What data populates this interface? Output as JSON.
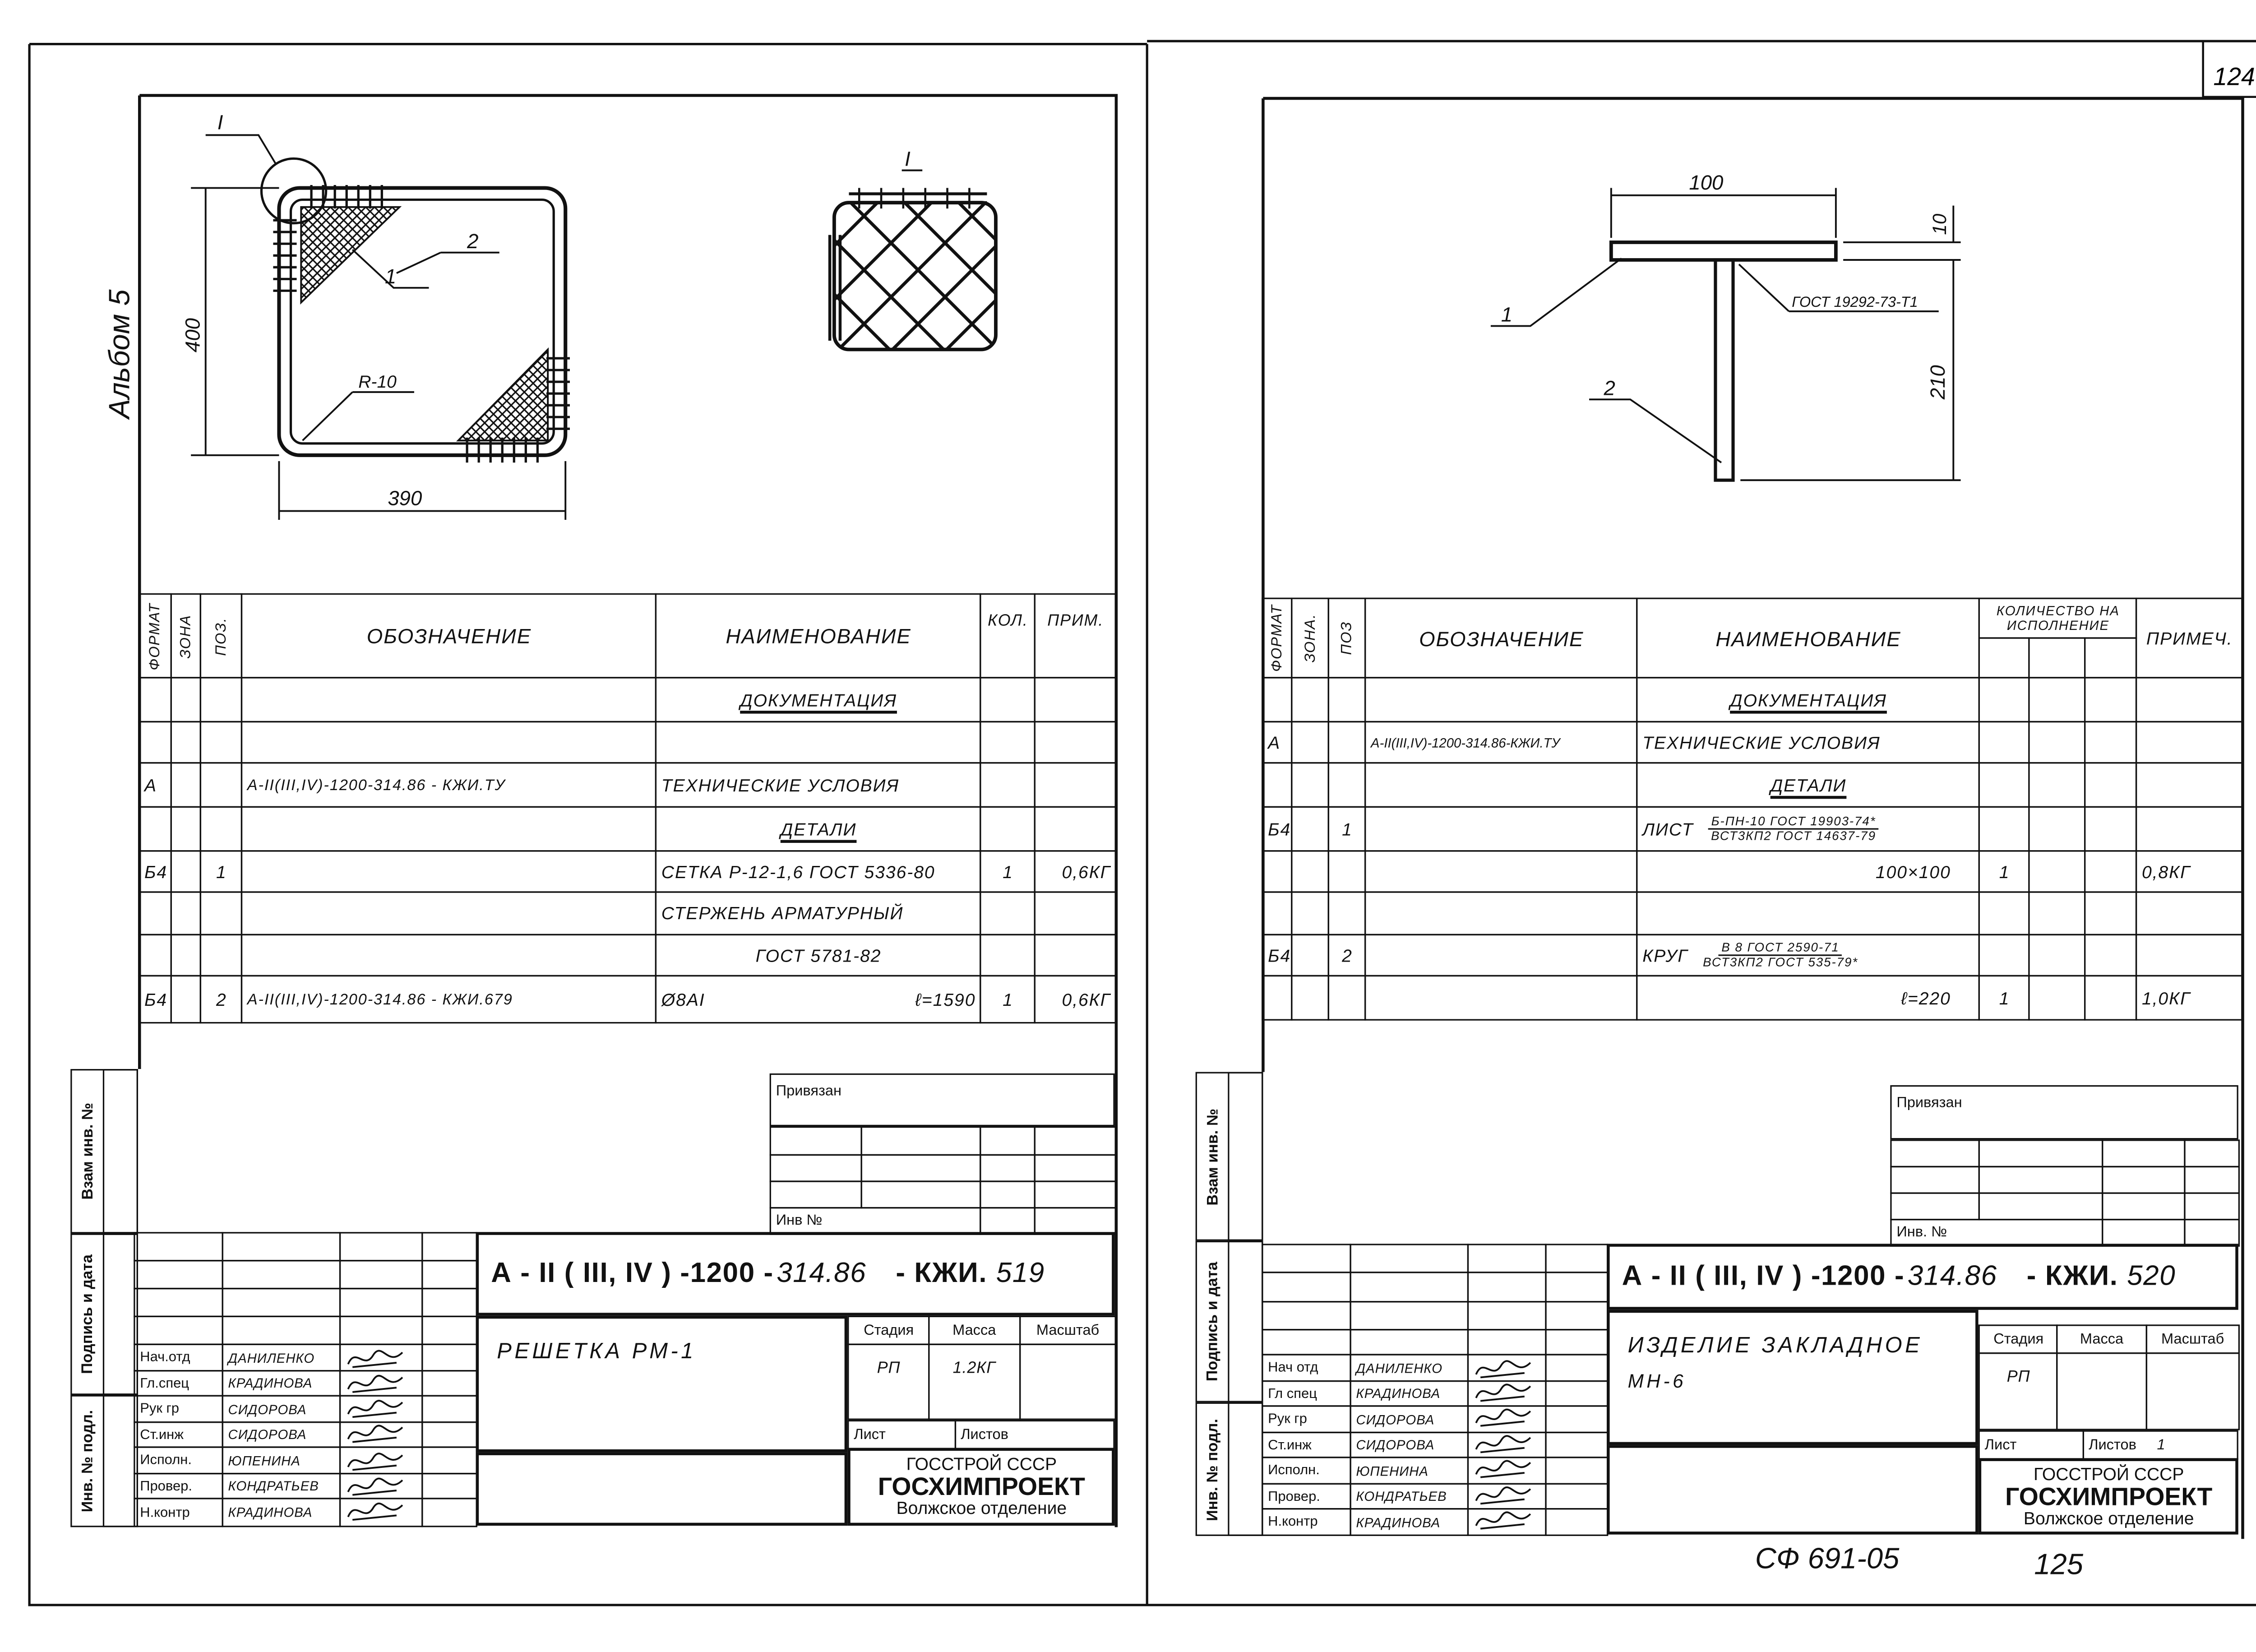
{
  "page_number": "124",
  "album_label": "Альбом 5",
  "footer": {
    "code": "СФ 691-05",
    "page": "125"
  },
  "side_strip": {
    "vzam": "Взам инв. №",
    "podpis": "Подпись и дата",
    "inv": "Инв. № подл."
  },
  "left_sheet": {
    "drawing": {
      "detail_callout": "I",
      "leader_1": "1",
      "leader_2": "2",
      "dim_height": "400",
      "radius": "R-10",
      "dim_width": "390",
      "detail_title": "I"
    },
    "spec": {
      "headers": {
        "format": "Формат",
        "zone": "Зона",
        "pos": "Поз.",
        "designation": "Обозначение",
        "name": "Наименование",
        "qty": "Кол.",
        "note": "Прим."
      },
      "rows": [
        {
          "format": "",
          "zone": "",
          "pos": "",
          "designation": "",
          "name": "Документация",
          "name_right": "",
          "qty": "",
          "note": "",
          "heading": true
        },
        {
          "format": "",
          "zone": "",
          "pos": "",
          "designation": "",
          "name": "",
          "name_right": "",
          "qty": "",
          "note": ""
        },
        {
          "format": "А",
          "zone": "",
          "pos": "",
          "designation": "А-II(III,IV)-1200-314.86 - КЖИ.ТУ",
          "name": "Технические условия",
          "name_right": "",
          "qty": "",
          "note": ""
        },
        {
          "format": "",
          "zone": "",
          "pos": "",
          "designation": "",
          "name": "Детали",
          "name_right": "",
          "qty": "",
          "note": "",
          "heading": true
        },
        {
          "format": "Б4",
          "zone": "",
          "pos": "1",
          "designation": "",
          "name": "Сетка Р-12-1,6 ГОСТ 5336-80",
          "name_right": "",
          "qty": "1",
          "note": "0,6кг"
        },
        {
          "format": "",
          "zone": "",
          "pos": "",
          "designation": "",
          "name": "Стержень арматурный",
          "name_right": "",
          "qty": "",
          "note": ""
        },
        {
          "format": "",
          "zone": "",
          "pos": "",
          "designation": "",
          "name": "ГОСТ 5781-82",
          "name_right": "",
          "qty": "",
          "note": "",
          "centered": true
        },
        {
          "format": "Б4",
          "zone": "",
          "pos": "2",
          "designation": "А-II(III,IV)-1200-314.86 - КЖИ.679",
          "name": "Ø8АI",
          "name_right": "ℓ=1590",
          "qty": "1",
          "note": "0,6кг"
        }
      ]
    },
    "binding": {
      "privyazan": "Привязан",
      "inv_no": "Инв №"
    },
    "title_block": {
      "designation_main": "А - II ( III, IV ) -1200 - ",
      "designation_num": "314.86",
      "designation_suffix": "- КЖИ.",
      "designation_sheet": "519",
      "name_line1": "Решетка РМ-1",
      "name_line2": "",
      "stage_label": "Стадия",
      "mass_label": "Масса",
      "scale_label": "Масштаб",
      "stage": "РП",
      "mass": "1.2кг",
      "scale": "",
      "sheet_label": "Лист",
      "sheets_label": "Листов",
      "sheets": "",
      "org1": "ГОССТРОЙ СССР",
      "org2": "ГОСХИМПРОЕКТ",
      "org3": "Волжское отделение",
      "staff": [
        {
          "role": "Нач.отд",
          "name": "Даниленко"
        },
        {
          "role": "Гл.спец",
          "name": "Крадинова"
        },
        {
          "role": "Рук гр",
          "name": "Сидорова"
        },
        {
          "role": "Ст.инж",
          "name": "Сидорова"
        },
        {
          "role": "Исполн.",
          "name": "Юпенина"
        },
        {
          "role": "Провер.",
          "name": "Кондратьев"
        },
        {
          "role": "Н.контр",
          "name": "Крадинова"
        }
      ]
    }
  },
  "right_sheet": {
    "drawing": {
      "dim_width": "100",
      "dim_thickness": "10",
      "dim_height": "210",
      "weld_note": "ГОСТ 19292-73-Т1",
      "leader_1": "1",
      "leader_2": "2"
    },
    "spec": {
      "headers": {
        "format": "Формат",
        "zone": "Зона.",
        "pos": "Поз",
        "designation": "Обозначение",
        "name": "Наименование",
        "qty": "Количество на исполнение",
        "note": "Примеч."
      },
      "rows": [
        {
          "format": "",
          "zone": "",
          "pos": "",
          "designation": "",
          "name": "Документация",
          "frac_top": "",
          "frac_bottom": "",
          "name_right": "",
          "q1": "",
          "q2": "",
          "q3": "",
          "note": "",
          "heading": true
        },
        {
          "format": "А",
          "zone": "",
          "pos": "",
          "designation": "А-II(III,IV)-1200-314.86-КЖИ.ТУ",
          "name": "Технические условия",
          "frac_top": "",
          "frac_bottom": "",
          "name_right": "",
          "q1": "",
          "q2": "",
          "q3": "",
          "note": ""
        },
        {
          "format": "",
          "zone": "",
          "pos": "",
          "designation": "",
          "name": "Детали",
          "frac_top": "",
          "frac_bottom": "",
          "name_right": "",
          "q1": "",
          "q2": "",
          "q3": "",
          "note": "",
          "heading": true
        },
        {
          "format": "Б4",
          "zone": "",
          "pos": "1",
          "designation": "",
          "name": "Лист",
          "frac_top": "Б-ПН-10 ГОСТ 19903-74*",
          "frac_bottom": "ВСт3кп2 ГОСТ 14637-79",
          "name_right": "",
          "q1": "",
          "q2": "",
          "q3": "",
          "note": ""
        },
        {
          "format": "",
          "zone": "",
          "pos": "",
          "designation": "",
          "name": "",
          "frac_top": "",
          "frac_bottom": "",
          "name_right": "100×100",
          "q1": "1",
          "q2": "",
          "q3": "",
          "note": "0,8кг"
        },
        {
          "format": "",
          "zone": "",
          "pos": "",
          "designation": "",
          "name": "",
          "frac_top": "",
          "frac_bottom": "",
          "name_right": "",
          "q1": "",
          "q2": "",
          "q3": "",
          "note": ""
        },
        {
          "format": "Б4",
          "zone": "",
          "pos": "2",
          "designation": "",
          "name": "Круг",
          "frac_top": "В 8 ГОСТ 2590-71",
          "frac_bottom": "ВСт3кп2 ГОСТ 535-79*",
          "name_right": "",
          "q1": "",
          "q2": "",
          "q3": "",
          "note": ""
        },
        {
          "format": "",
          "zone": "",
          "pos": "",
          "designation": "",
          "name": "",
          "frac_top": "",
          "frac_bottom": "",
          "name_right": "ℓ=220",
          "q1": "1",
          "q2": "",
          "q3": "",
          "note": "1,0кг"
        }
      ]
    },
    "binding": {
      "privyazan": "Привязан",
      "inv_no": "Инв. №"
    },
    "title_block": {
      "designation_main": "А - II ( III, IV ) -1200 - ",
      "designation_num": "314.86",
      "designation_suffix": "- КЖИ.",
      "designation_sheet": "520",
      "name_line1": "Изделие закладное",
      "name_line2": "МН-6",
      "stage_label": "Стадия",
      "mass_label": "Масса",
      "scale_label": "Масштаб",
      "stage": "РП",
      "mass": "",
      "scale": "",
      "sheet_label": "Лист",
      "sheets_label": "Листов",
      "sheets": "1",
      "org1": "ГОССТРОЙ СССР",
      "org2": "ГОСХИМПРОЕКТ",
      "org3": "Волжское отделение",
      "staff": [
        {
          "role": "Нач отд",
          "name": "Даниленко"
        },
        {
          "role": "Гл спец",
          "name": "Крадинова"
        },
        {
          "role": "Рук гр",
          "name": "Сидорова"
        },
        {
          "role": "Ст.инж",
          "name": "Сидорова"
        },
        {
          "role": "Исполн.",
          "name": "Юпенина"
        },
        {
          "role": "Провер.",
          "name": "Кондратьев"
        },
        {
          "role": "Н.контр",
          "name": "Крадинова"
        }
      ]
    }
  }
}
